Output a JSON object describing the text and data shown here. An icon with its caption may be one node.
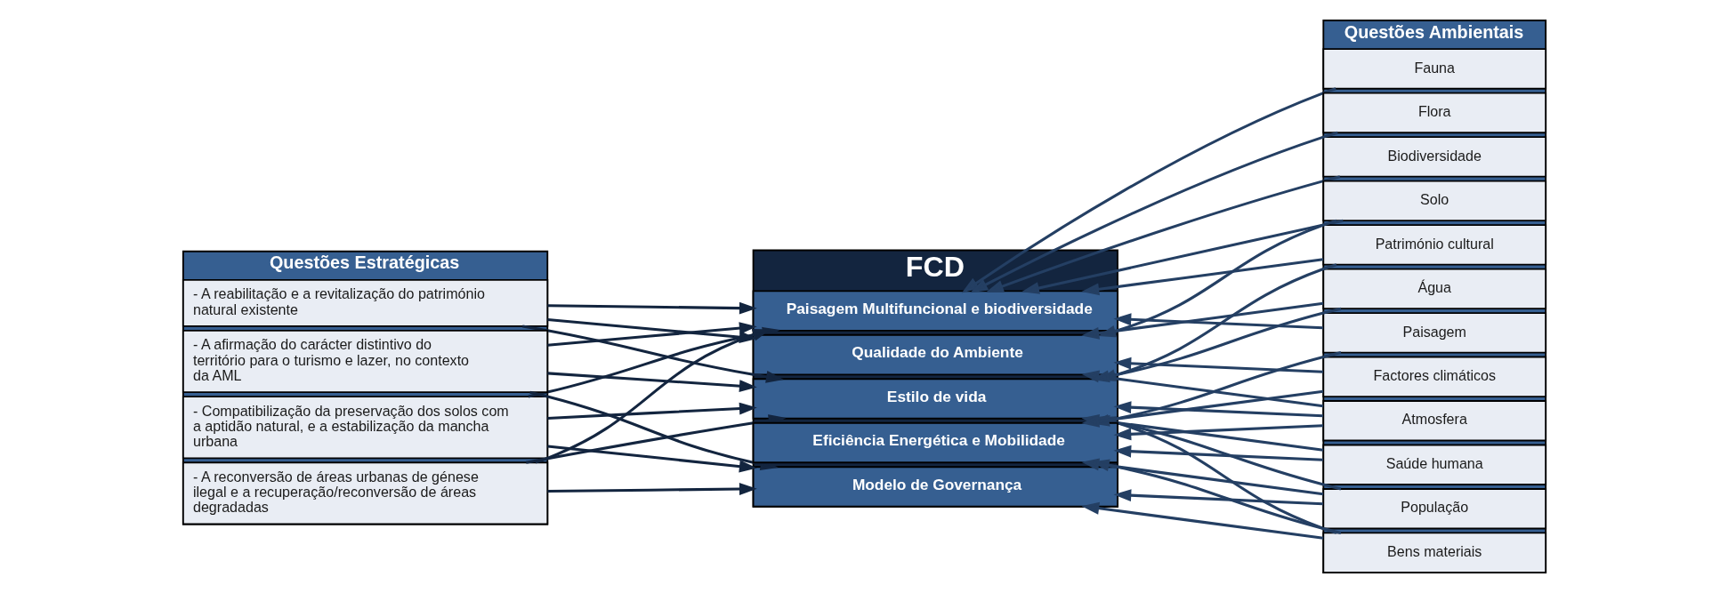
{
  "diagram": {
    "nodes": [
      {
        "text": [
          "Questões Estratégicas"
        ]
      },
      {
        "text": [
          "- Compatibilização da preservação dos solos com a aptidão natural, e a estabilização da mancha urbana"
        ],
        "in": 0
      },
      {
        "text": [
          "- A reabilitação e a revitalização do património natural existente"
        ],
        "in": 0
      },
      {
        "text": [
          "- A reconversão de áreas urbanas de génese ilegal e a recuperação/reconversão de áreas degradadas"
        ],
        "in": 0
      },
      {
        "text": [
          "- A afirmação do carácter distintivo do território para o turismo e lazer, no contexto da AML"
        ],
        "in": 0
      },
      {
        "text": [
          "FCD"
        ]
      },
      {
        "text": [
          "Paisagem Multifuncional e biodiversidade"
        ],
        "in": 5
      },
      {
        "text": [
          "Qualidade do Ambiente"
        ],
        "in": 5
      },
      {
        "text": [
          "Estilo de vida"
        ],
        "in": 5
      },
      {
        "text": [
          "Eficiência Energética e Mobilidade"
        ],
        "in": 5
      },
      {
        "text": [
          "Modelo de Governança"
        ],
        "in": 5
      },
      {
        "text": [
          "Questões Ambientais"
        ]
      },
      {
        "text": [
          "Paisagem"
        ],
        "in": 11
      },
      {
        "text": [
          "Biodiversidade"
        ],
        "in": 11
      },
      {
        "text": [
          "Fauna"
        ],
        "in": 11
      },
      {
        "text": [
          "Flora"
        ],
        "in": 11
      },
      {
        "text": [
          "Solo"
        ],
        "in": 11
      },
      {
        "text": [
          "Património cultural"
        ],
        "in": 11
      },
      {
        "text": [
          "Água"
        ],
        "in": 11
      },
      {
        "text": [
          "Atmosfera"
        ],
        "in": 11
      },
      {
        "text": [
          "Factores climáticos"
        ],
        "in": 11
      },
      {
        "text": [
          "Bens materiais"
        ],
        "in": 11
      },
      {
        "text": [
          "Saúde humana"
        ],
        "in": 11
      },
      {
        "text": [
          "População"
        ],
        "in": 11
      }
    ],
    "edges": [
      {
        "from": 1,
        "to": 6,
        "arrow": "to",
        "color": "#13253f"
      },
      {
        "from": 1,
        "to": 8,
        "arrow": "to",
        "color": "#13253f"
      },
      {
        "from": 1,
        "to": 10,
        "arrow": "to",
        "color": "#13253f"
      },
      {
        "from": 2,
        "to": 6,
        "arrow": "to",
        "color": "#13253f"
      },
      {
        "from": 2,
        "to": 7,
        "arrow": "to",
        "color": "#13253f"
      },
      {
        "from": 2,
        "to": 8,
        "arrow": "to",
        "color": "#13253f"
      },
      {
        "from": 3,
        "to": 6,
        "arrow": "to",
        "color": "#13253f"
      },
      {
        "from": 3,
        "to": 8,
        "arrow": "to",
        "color": "#13253f"
      },
      {
        "from": 3,
        "to": 10,
        "arrow": "to",
        "color": "#13253f"
      },
      {
        "from": 4,
        "to": 6,
        "arrow": "to",
        "color": "#13253f"
      },
      {
        "from": 4,
        "to": 8,
        "arrow": "to",
        "color": "#13253f"
      },
      {
        "from": 4,
        "to": 10,
        "arrow": "to",
        "color": "#13253f"
      },
      {
        "from": 12,
        "to": 6,
        "arrow": "to"
      },
      {
        "from": 13,
        "to": 6,
        "arrow": "to"
      },
      {
        "from": 14,
        "to": 6,
        "arrow": "to"
      },
      {
        "from": 15,
        "to": 6,
        "arrow": "to"
      },
      {
        "from": 16,
        "to": 6,
        "arrow": "to"
      },
      {
        "from": 17,
        "to": 6,
        "arrow": "to"
      },
      {
        "from": 12,
        "to": 9,
        "arrow": "to"
      },
      {
        "from": 16,
        "to": 7,
        "arrow": "to"
      },
      {
        "from": 18,
        "to": 7,
        "arrow": "to"
      },
      {
        "from": 19,
        "to": 7,
        "arrow": "to"
      },
      {
        "from": 20,
        "to": 7,
        "arrow": "to"
      },
      {
        "from": 17,
        "to": 8,
        "arrow": "to"
      },
      {
        "from": 18,
        "to": 8,
        "arrow": "to"
      },
      {
        "from": 19,
        "to": 8,
        "arrow": "to"
      },
      {
        "from": 21,
        "to": 8,
        "arrow": "to"
      },
      {
        "from": 22,
        "to": 8,
        "arrow": "to"
      },
      {
        "from": 23,
        "to": 8,
        "arrow": "to"
      },
      {
        "from": 19,
        "to": 9,
        "arrow": "to"
      },
      {
        "from": 20,
        "to": 9,
        "arrow": "to"
      },
      {
        "from": 21,
        "to": 9,
        "arrow": "to"
      },
      {
        "from": 22,
        "to": 9,
        "arrow": "to"
      },
      {
        "from": 23,
        "to": 9,
        "arrow": "to"
      },
      {
        "from": 21,
        "to": 10,
        "arrow": "to"
      },
      {
        "from": 23,
        "to": 10,
        "arrow": "to"
      }
    ]
  }
}
